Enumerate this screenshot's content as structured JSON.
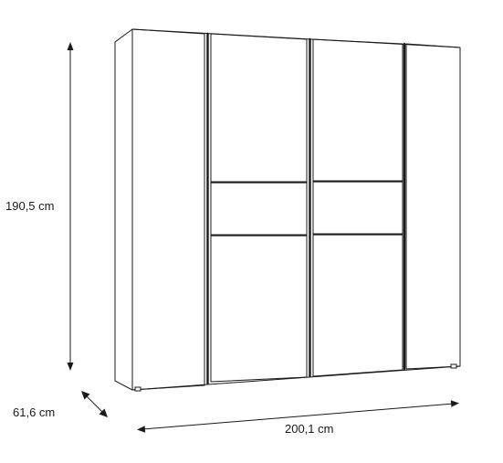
{
  "dimensions": {
    "height": "190,5 cm",
    "depth": "61,6 cm",
    "width": "200,1 cm"
  }
}
